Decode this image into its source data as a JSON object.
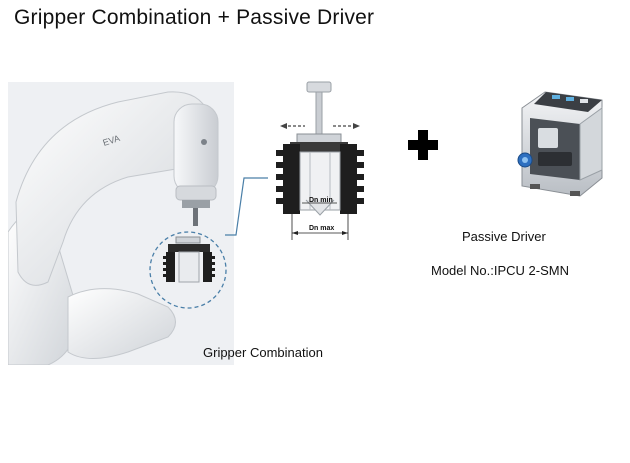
{
  "page": {
    "title": "Gripper Combination + Passive Driver"
  },
  "robot": {
    "brand_label": "EVA"
  },
  "gripper_diagram": {
    "dn_min_label": "Dn min",
    "dn_max_label": "Dn max"
  },
  "captions": {
    "gripper": "Gripper Combination",
    "driver": "Passive Driver",
    "model": "Model No.:IPCU 2-SMN"
  },
  "colors": {
    "robot_background": "#eef0f3",
    "callout_line": "#4a7fa8",
    "plus_sign": "#000000",
    "gripper_finger": "#1e1e1e"
  },
  "icons": {
    "plus": "plus-icon",
    "robot_arm": "robot-arm-illustration",
    "gripper": "gripper-schematic",
    "driver": "passive-driver-device"
  }
}
